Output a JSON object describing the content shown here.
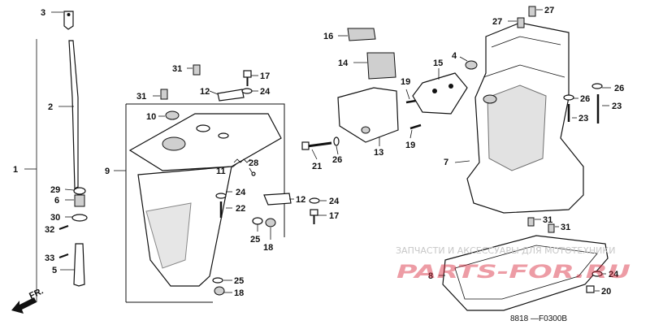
{
  "watermark": {
    "text": "ЗАПЧАСТИ И АКСЕССУАРЫ ДЛЯ МОТОТЕХНИКИ",
    "brand": "PARTS-FOR.RU"
  },
  "diagram_code": "8818 —F0300B",
  "front_label": "FR.",
  "callouts": {
    "c3": "3",
    "c2": "2",
    "c1": "1",
    "c29": "29",
    "c6": "6",
    "c30": "30",
    "c32": "32",
    "c33": "33",
    "c5": "5",
    "c31a": "31",
    "c31b": "31",
    "c10": "10",
    "c12a": "12",
    "c17a": "17",
    "c24a": "24",
    "c9": "9",
    "c11": "11",
    "c28": "28",
    "c24b": "24",
    "c22": "22",
    "c12b": "12",
    "c24c": "24",
    "c17b": "17",
    "c25a": "25",
    "c18a": "18",
    "c25b": "25",
    "c18b": "18",
    "c16": "16",
    "c14": "14",
    "c15": "15",
    "c4": "4",
    "c19a": "19",
    "c19b": "19",
    "c21": "21",
    "c26a": "26",
    "c13": "13",
    "c27a": "27",
    "c27b": "27",
    "c26b": "26",
    "c26c": "26",
    "c23a": "23",
    "c23b": "23",
    "c7": "7",
    "c31c": "31",
    "c31d": "31",
    "c8": "8",
    "c24d": "24",
    "c20": "20"
  }
}
